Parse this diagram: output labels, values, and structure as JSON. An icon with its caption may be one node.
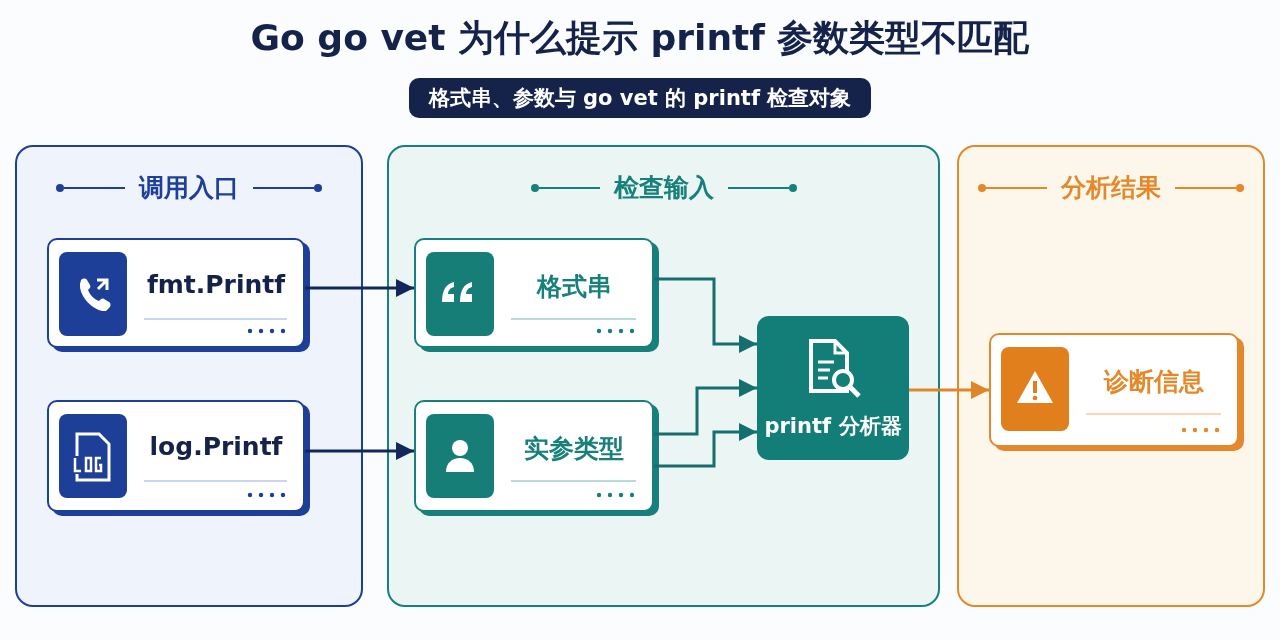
{
  "diagram": {
    "title": "Go go vet 为什么提示 printf 参数类型不匹配",
    "nodes": [
      {
        "text": [
          "调用入口"
        ]
      },
      {
        "text": [
          "fmt.Printf"
        ],
        "in": 0
      },
      {
        "text": [
          "log.Printf"
        ],
        "in": 0
      },
      {
        "text": [
          "检查输入"
        ]
      },
      {
        "text": [
          "格式串"
        ],
        "in": 3
      },
      {
        "text": [
          "实参类型"
        ],
        "in": 3
      },
      {
        "text": [
          "printf 分析器"
        ],
        "in": 3
      },
      {
        "text": [
          "分析结果"
        ]
      },
      {
        "text": [
          "诊断信息"
        ],
        "in": 7
      }
    ],
    "edges": [
      {
        "from": 1,
        "to": 4,
        "arrow": "to",
        "color": "#12285a"
      },
      {
        "from": 2,
        "to": 5,
        "arrow": "to",
        "color": "#12285a"
      },
      {
        "from": 4,
        "to": 6,
        "arrow": "to"
      },
      {
        "from": 5,
        "to": 6,
        "arrow": "to"
      },
      {
        "from": 5,
        "to": 6,
        "arrow": "to"
      },
      {
        "from": 6,
        "to": 8,
        "arrow": "to",
        "color": "#e0862a"
      }
    ],
    "labels": [
      "格式串、参数与 go vet 的 printf 检查对象"
    ]
  }
}
